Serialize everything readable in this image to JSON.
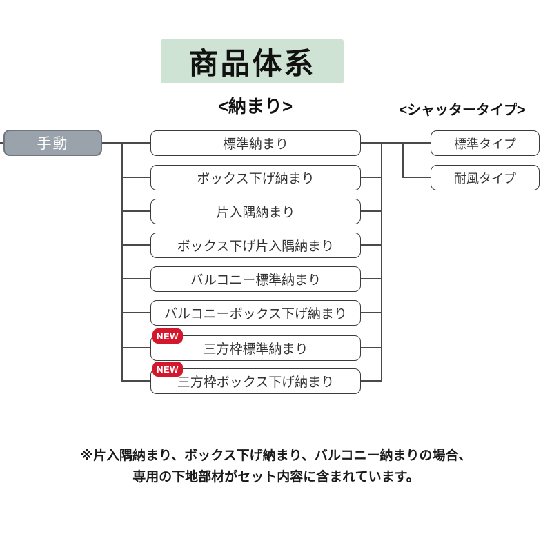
{
  "title": "商品体系",
  "columns": {
    "osamari_label": "<納まり>",
    "shutter_label": "<シャッタータイプ>"
  },
  "root": {
    "label": "手動"
  },
  "osamari": {
    "items": [
      {
        "label": "標準納まり",
        "new": false
      },
      {
        "label": "ボックス下げ納まり",
        "new": false
      },
      {
        "label": "片入隅納まり",
        "new": false
      },
      {
        "label": "ボックス下げ片入隅納まり",
        "new": false
      },
      {
        "label": "バルコニー標準納まり",
        "new": false
      },
      {
        "label": "バルコニーボックス下げ納まり",
        "new": false
      },
      {
        "label": "三方枠標準納まり",
        "new": true
      },
      {
        "label": "三方枠ボックス下げ納まり",
        "new": true
      }
    ]
  },
  "shutter_types": {
    "items": [
      {
        "label": "標準タイプ"
      },
      {
        "label": "耐風タイプ"
      }
    ]
  },
  "badge": {
    "new_label": "NEW"
  },
  "note": {
    "line1": "※片入隅納まり、ボックス下げ納まり、バルコニー納まりの場合、",
    "line2": "専用の下地部材がセット内容に含まれています。"
  },
  "colors": {
    "title_bg": "#cfe3d5",
    "root_bg": "#9aa3ab",
    "root_border": "#6e7780",
    "badge_red": "#d3172c",
    "box_border": "#3c3c3c",
    "line": "#4a4a4a"
  }
}
